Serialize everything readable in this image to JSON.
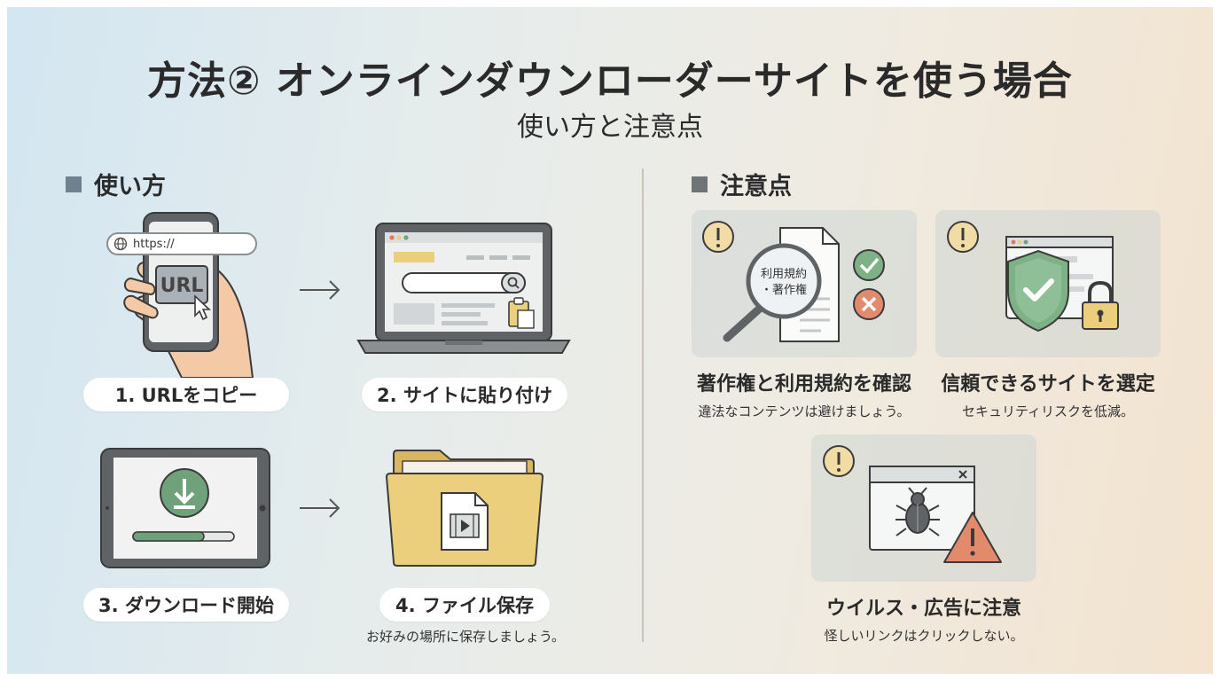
{
  "header": {
    "title": "方法② オンラインダウンローダーサイトを使う場合",
    "subtitle": "使い方と注意点"
  },
  "usage": {
    "heading": "使い方",
    "url_bar_text": "https://",
    "url_button_text": "URL",
    "steps": [
      {
        "label": "1. URLをコピー"
      },
      {
        "label": "2. サイトに貼り付け"
      },
      {
        "label": "3. ダウンロード開始"
      },
      {
        "label": "4. ファイル保存",
        "note": "お好みの場所に保存しましょう。"
      }
    ]
  },
  "cautions": {
    "heading": "注意点",
    "doc_label_line1": "利用規約",
    "doc_label_line2": "・著作権",
    "items": [
      {
        "title": "著作権と利用規約を確認",
        "desc": "違法なコンテンツは避けましょう。"
      },
      {
        "title": "信頼できるサイトを選定",
        "desc": "セキュリティリスクを低減。"
      },
      {
        "title": "ウイルス・広告に注意",
        "desc": "怪しいリンクはクリックしない。"
      }
    ]
  },
  "colors": {
    "usage_square": "#6f8190",
    "caution_square": "#6f7476",
    "green_accent": "#6fa27a",
    "red_accent": "#e07a5f",
    "folder_yellow": "#eccf7d"
  },
  "icons": {
    "step1": "phone-hand-url-icon",
    "step2": "laptop-search-icon",
    "step3": "tablet-download-icon",
    "step4": "folder-video-icon",
    "caution1": "magnifier-document-icon",
    "caution2": "shield-lock-icon",
    "caution3": "bug-warning-window-icon"
  }
}
